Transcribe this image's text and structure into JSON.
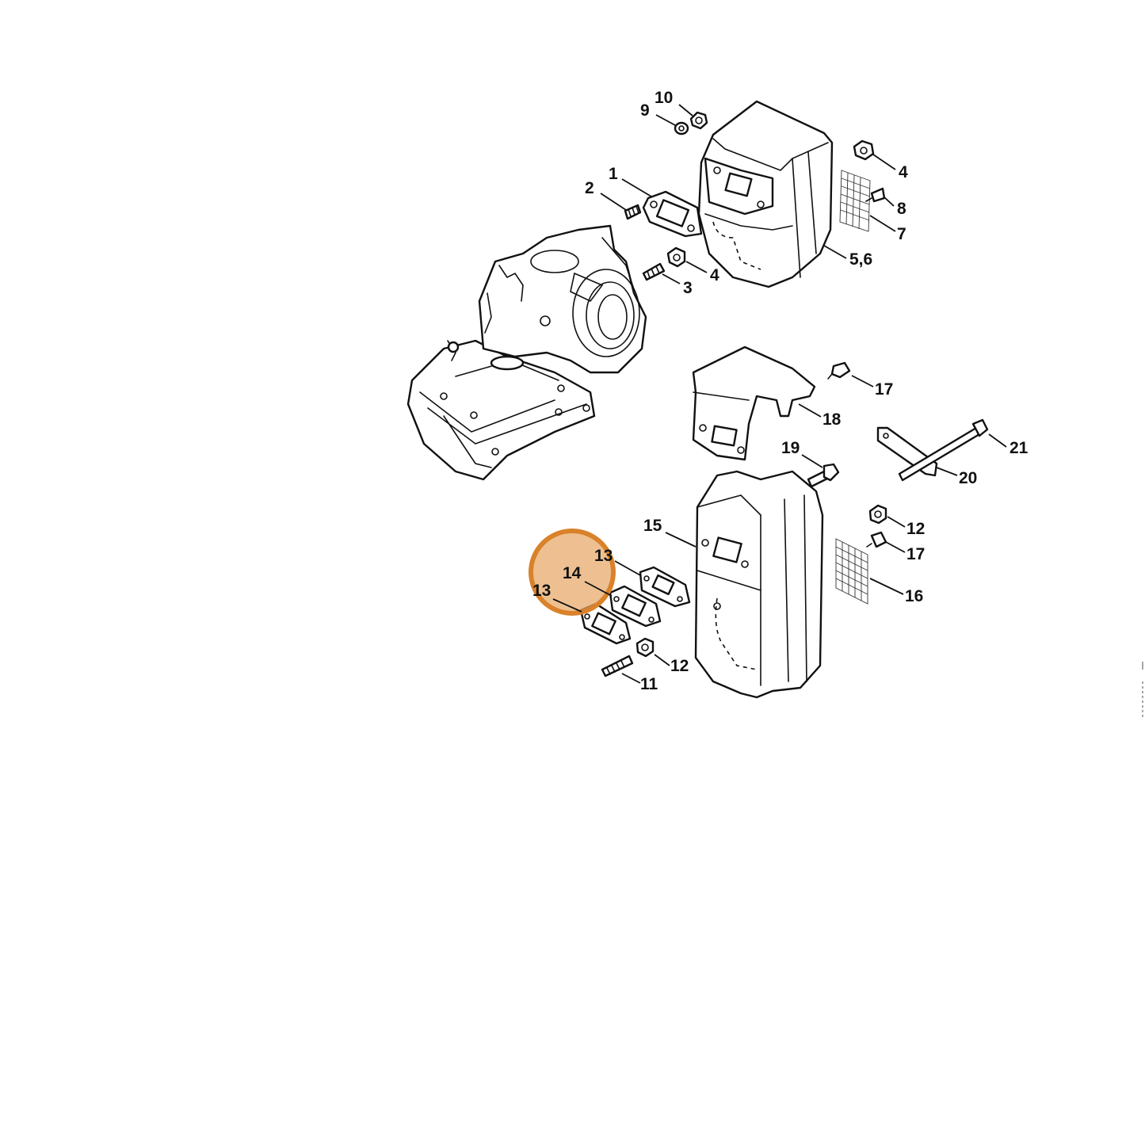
{
  "diagram": {
    "callouts": [
      {
        "id": "c10",
        "label": "10"
      },
      {
        "id": "c9",
        "label": "9"
      },
      {
        "id": "c4a",
        "label": "4"
      },
      {
        "id": "c8",
        "label": "8"
      },
      {
        "id": "c1",
        "label": "1"
      },
      {
        "id": "c2",
        "label": "2"
      },
      {
        "id": "c7",
        "label": "7"
      },
      {
        "id": "c4b",
        "label": "4"
      },
      {
        "id": "c56",
        "label": "5,6"
      },
      {
        "id": "c3",
        "label": "3"
      },
      {
        "id": "c17a",
        "label": "17"
      },
      {
        "id": "c18",
        "label": "18"
      },
      {
        "id": "c21",
        "label": "21"
      },
      {
        "id": "c19",
        "label": "19"
      },
      {
        "id": "c20",
        "label": "20"
      },
      {
        "id": "c15",
        "label": "15"
      },
      {
        "id": "c12a",
        "label": "12"
      },
      {
        "id": "c13a",
        "label": "13"
      },
      {
        "id": "c17b",
        "label": "17"
      },
      {
        "id": "c14",
        "label": "14"
      },
      {
        "id": "c16",
        "label": "16"
      },
      {
        "id": "c13b",
        "label": "13"
      },
      {
        "id": "c12b",
        "label": "12"
      },
      {
        "id": "c11",
        "label": "11"
      }
    ],
    "highlight": {
      "label": "14",
      "color": "#d9822b"
    }
  }
}
